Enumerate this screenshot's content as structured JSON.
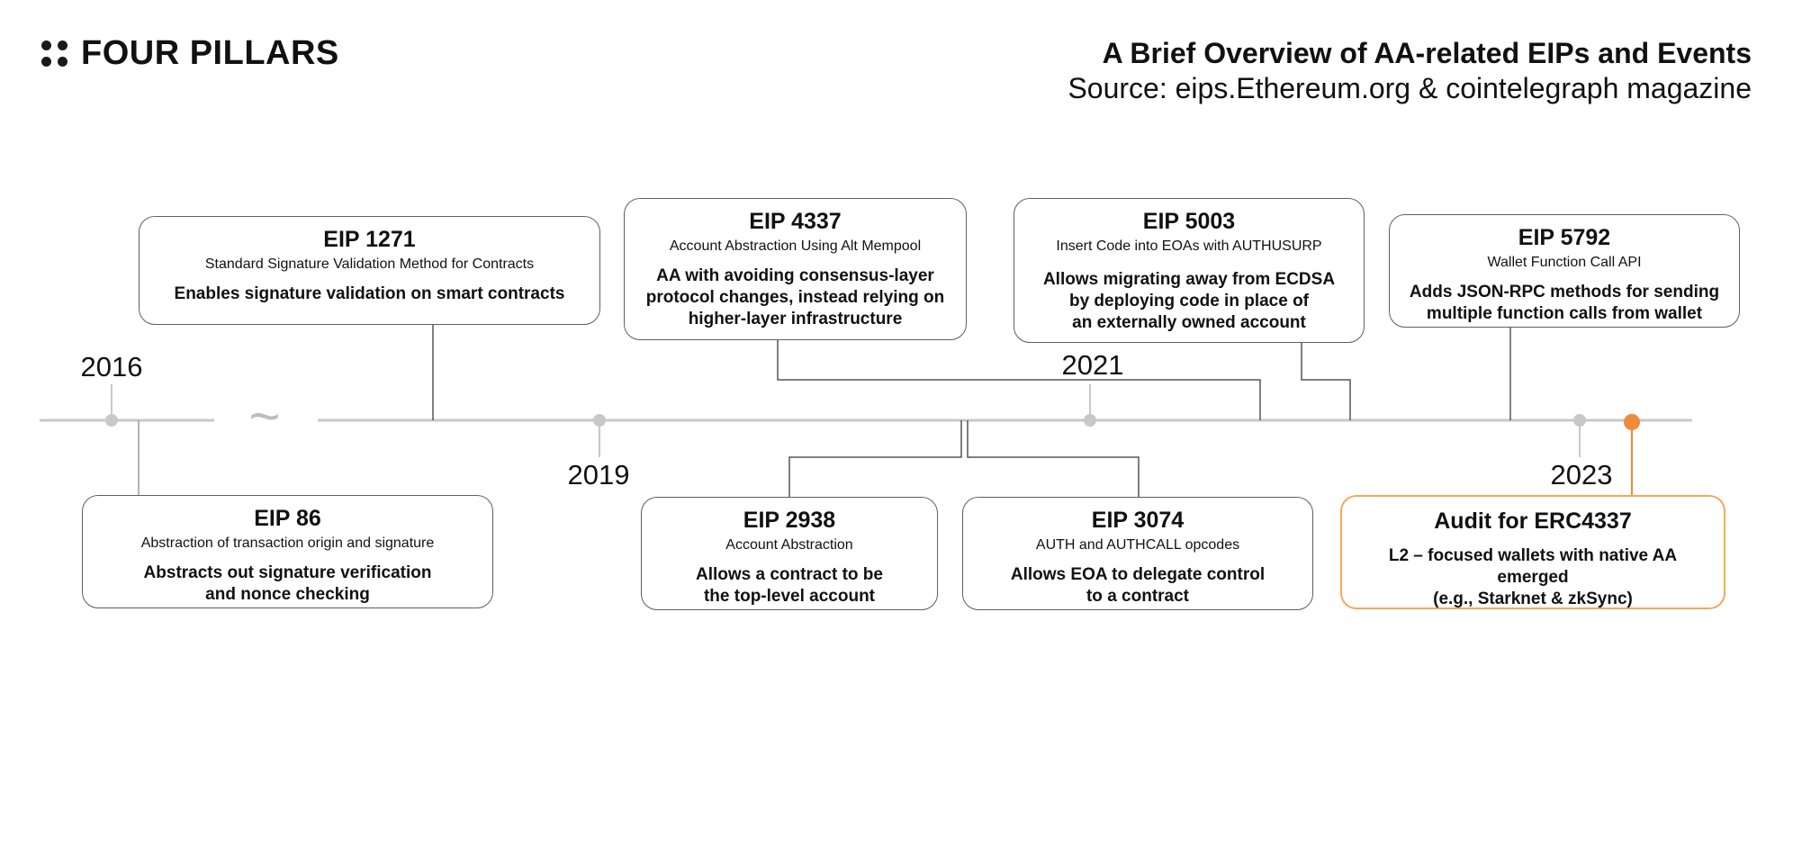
{
  "brand": {
    "name": "FOUR PILLARS",
    "logo_icon": "four-dots-icon"
  },
  "header": {
    "title": "A Brief Overview of AA-related EIPs and Events",
    "source": "Source: eips.Ethereum.org & cointelegraph magazine"
  },
  "colors": {
    "axis": "#c8c8c8",
    "connector": "#555555",
    "highlight": "#f08a3c",
    "highlight_border": "#f5a75c"
  },
  "timeline": {
    "years": [
      "2016",
      "2019",
      "2021",
      "2023"
    ],
    "break_symbol": "~"
  },
  "cards": [
    {
      "id": "eip1271",
      "title": "EIP 1271",
      "subtitle": "Standard Signature Validation Method for Contracts",
      "desc": [
        "Enables signature validation on smart contracts"
      ]
    },
    {
      "id": "eip4337",
      "title": "EIP 4337",
      "subtitle": "Account Abstraction Using Alt Mempool",
      "desc": [
        "AA with avoiding consensus-layer",
        "protocol changes, instead relying on",
        "higher-layer infrastructure"
      ]
    },
    {
      "id": "eip5003",
      "title": "EIP 5003",
      "subtitle": "Insert Code into EOAs with AUTHUSURP",
      "desc": [
        "Allows migrating away from ECDSA",
        "by deploying code in place of",
        "an externally owned account"
      ]
    },
    {
      "id": "eip5792",
      "title": "EIP 5792",
      "subtitle": "Wallet Function Call API",
      "desc": [
        "Adds JSON-RPC methods for sending",
        "multiple function calls from wallet"
      ]
    },
    {
      "id": "eip86",
      "title": "EIP 86",
      "subtitle": "Abstraction of transaction origin and signature",
      "desc": [
        "Abstracts out signature verification",
        "and nonce checking"
      ]
    },
    {
      "id": "eip2938",
      "title": "EIP 2938",
      "subtitle": "Account Abstraction",
      "desc": [
        "Allows a contract to be",
        "the top-level account"
      ]
    },
    {
      "id": "eip3074",
      "title": "EIP 3074",
      "subtitle": "AUTH and AUTHCALL opcodes",
      "desc": [
        "Allows EOA to delegate control",
        "to a contract"
      ]
    },
    {
      "id": "audit4337",
      "title": "Audit for ERC4337",
      "subtitle": "",
      "desc": [
        "L2 – focused wallets with native AA emerged",
        "(e.g., Starknet & zkSync)"
      ]
    }
  ]
}
